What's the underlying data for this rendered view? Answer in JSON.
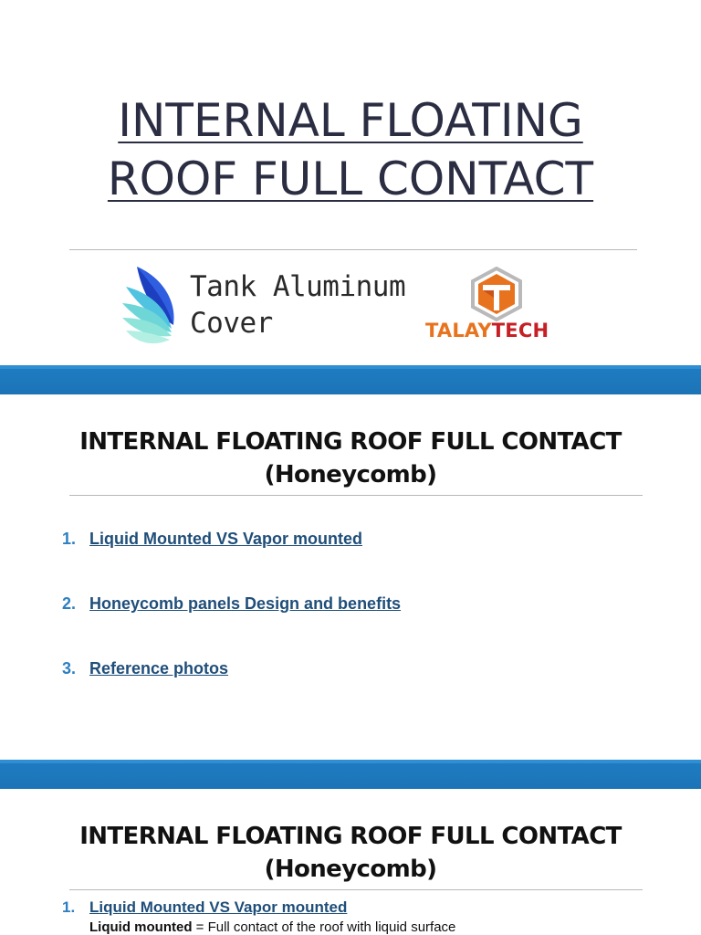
{
  "slide1": {
    "title_line1": "INTERNAL FLOATING",
    "title_line2": "ROOF FULL CONTACT",
    "logo_left": {
      "line1": "Tank Aluminum",
      "line2": "Cover"
    },
    "logo_right": {
      "part1": "TALAY",
      "part2": "TECH"
    }
  },
  "slide2": {
    "title_line1": "INTERNAL FLOATING ROOF FULL CONTACT",
    "title_line2": "(Honeycomb)",
    "items": [
      {
        "num": "1.",
        "label": "Liquid Mounted VS Vapor mounted"
      },
      {
        "num": "2.",
        "label": "Honeycomb panels Design and benefits"
      },
      {
        "num": "3.",
        "label": "Reference photos"
      }
    ]
  },
  "slide3": {
    "title_line1": "INTERNAL FLOATING ROOF FULL CONTACT",
    "title_line2": "(Honeycomb)",
    "item": {
      "num": "1.",
      "label": "Liquid Mounted VS Vapor mounted"
    },
    "desc_term": "Liquid mounted",
    "desc_text": " = Full contact of the roof with liquid surface"
  },
  "colors": {
    "band": "#1f7bc1",
    "title": "#2b2d42",
    "list_number": "#2e7fc1",
    "list_link": "#1f4e79",
    "talay_orange": "#e8731f",
    "talay_red": "#c62026"
  },
  "icons": [
    "wing-petals-logo-icon",
    "talaytech-t-hexagon-logo-icon"
  ]
}
